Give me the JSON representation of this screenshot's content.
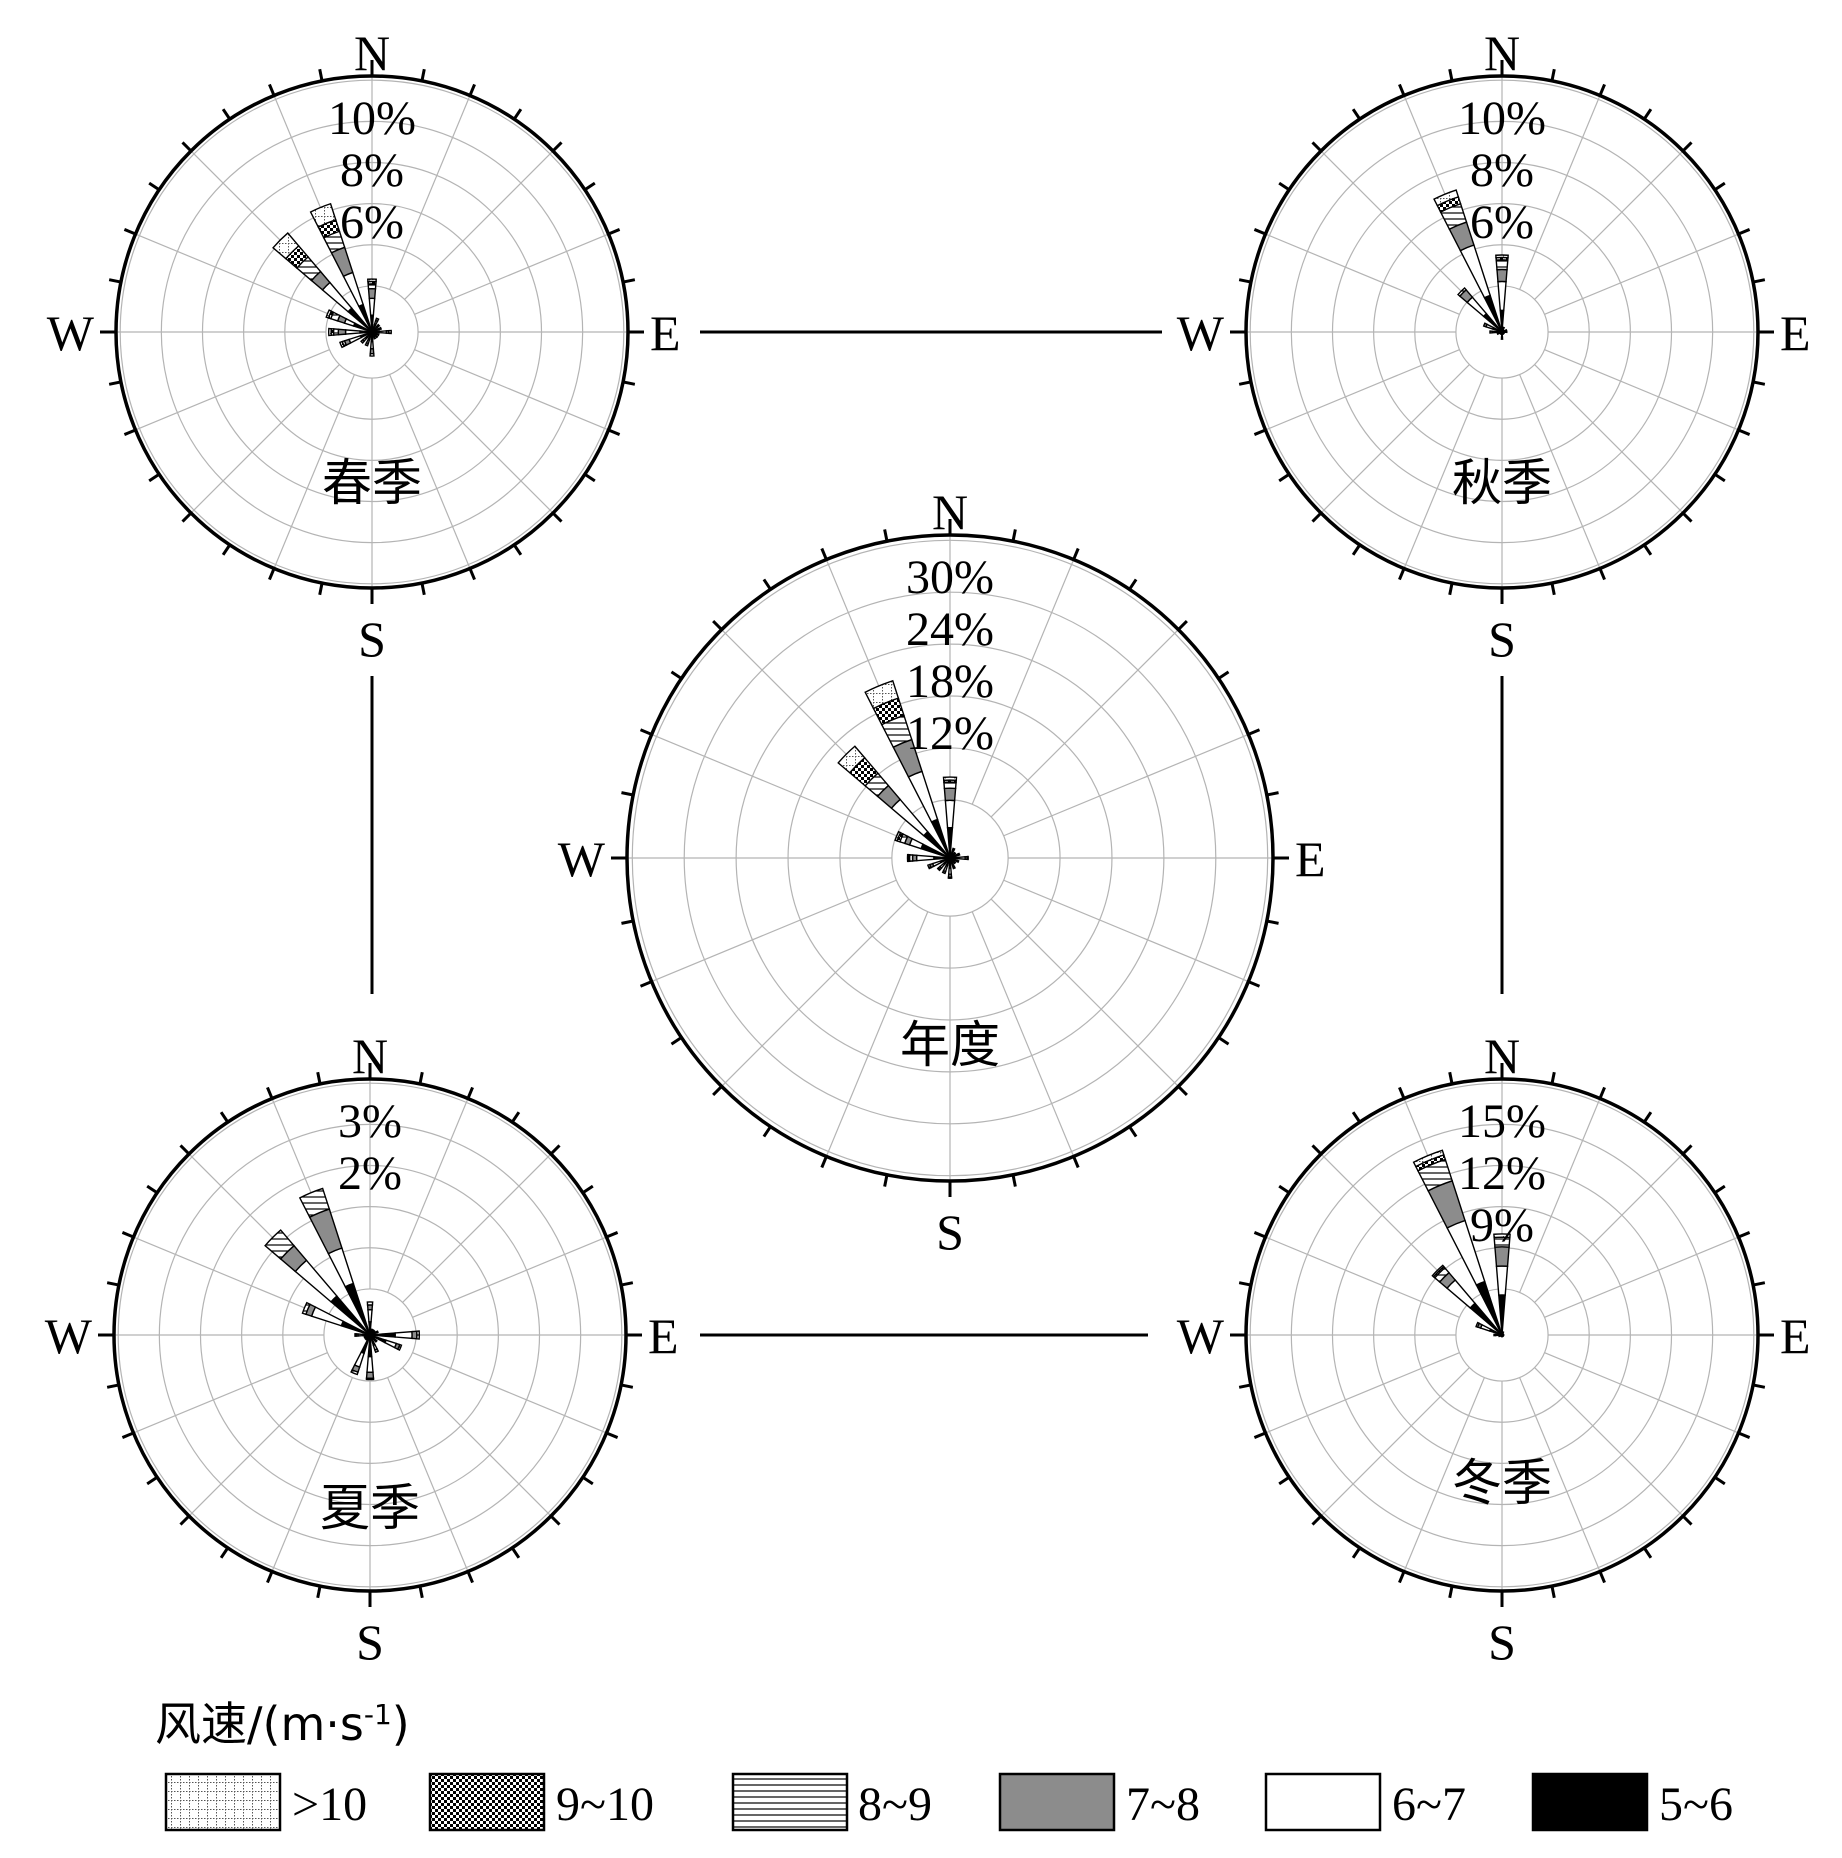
{
  "chart_data": [
    {
      "type": "windrose",
      "label": "春季",
      "directions": [
        "N",
        "NNE",
        "NE",
        "ENE",
        "E",
        "ESE",
        "SE",
        "SSE",
        "S",
        "SSW",
        "SW",
        "WSW",
        "W",
        "WNW",
        "NW",
        "NNW"
      ],
      "compass": {
        "n": "N",
        "e": "E",
        "s": "S",
        "w": "W"
      },
      "rings": [
        "10%",
        "8%",
        "6%"
      ],
      "ring_values": [
        10,
        8,
        6
      ],
      "rmax": 10,
      "speed_bins": [
        ">10",
        "9~10",
        "8~9",
        "7~8",
        "6~7",
        "5~6"
      ],
      "series": [
        {
          "bin": "5~6",
          "values": [
            0.7,
            0.3,
            0.2,
            0.2,
            0.3,
            0.2,
            0.2,
            0.2,
            0.4,
            0.3,
            0.3,
            0.5,
            0.5,
            0.8,
            1.3,
            1.2
          ]
        },
        {
          "bin": "6~7",
          "values": [
            0.7,
            0.2,
            0.1,
            0.1,
            0.3,
            0.1,
            0.1,
            0.1,
            0.3,
            0.2,
            0.2,
            0.5,
            0.6,
            0.4,
            1.4,
            1.4
          ]
        },
        {
          "bin": "7~8",
          "values": [
            0.4,
            0.1,
            0.1,
            0.1,
            0.1,
            0.0,
            0.0,
            0.0,
            0.2,
            0.1,
            0.1,
            0.2,
            0.3,
            0.3,
            0.6,
            1.1
          ]
        },
        {
          "bin": "8~9",
          "values": [
            0.2,
            0.0,
            0.0,
            0.0,
            0.1,
            0.0,
            0.0,
            0.0,
            0.1,
            0.0,
            0.0,
            0.1,
            0.2,
            0.3,
            0.8,
            0.7
          ]
        },
        {
          "bin": "9~10",
          "values": [
            0.1,
            0.0,
            0.0,
            0.0,
            0.0,
            0.0,
            0.0,
            0.0,
            0.0,
            0.0,
            0.0,
            0.1,
            0.1,
            0.1,
            0.6,
            0.5
          ]
        },
        {
          "bin": ">10",
          "values": [
            0.1,
            0.0,
            0.0,
            0.0,
            0.0,
            0.0,
            0.0,
            0.0,
            0.0,
            0.0,
            0.0,
            0.0,
            0.1,
            0.1,
            0.7,
            0.7
          ]
        }
      ]
    },
    {
      "type": "windrose",
      "label": "秋季",
      "directions": [
        "N",
        "NNE",
        "NE",
        "ENE",
        "E",
        "ESE",
        "SE",
        "SSE",
        "S",
        "SSW",
        "SW",
        "WSW",
        "W",
        "WNW",
        "NW",
        "NNW"
      ],
      "compass": {
        "n": "N",
        "e": "E",
        "s": "S",
        "w": "W"
      },
      "rings": [
        "10%",
        "8%",
        "6%"
      ],
      "ring_values": [
        10,
        8,
        6
      ],
      "rmax": 10,
      "speed_bins": [
        ">10",
        "9~10",
        "8~9",
        "7~8",
        "6~7",
        "5~6"
      ],
      "series": [
        {
          "bin": "5~6",
          "values": [
            0.9,
            0.1,
            0.1,
            0.1,
            0.1,
            0.1,
            0.1,
            0.1,
            0.2,
            0.1,
            0.1,
            0.1,
            0.2,
            0.4,
            1.0,
            1.6
          ]
        },
        {
          "bin": "6~7",
          "values": [
            1.2,
            0.1,
            0.0,
            0.1,
            0.1,
            0.0,
            0.0,
            0.0,
            0.1,
            0.0,
            0.0,
            0.1,
            0.2,
            0.3,
            0.9,
            2.2
          ]
        },
        {
          "bin": "7~8",
          "values": [
            0.5,
            0.0,
            0.0,
            0.0,
            0.0,
            0.0,
            0.0,
            0.0,
            0.0,
            0.0,
            0.0,
            0.0,
            0.1,
            0.1,
            0.4,
            1.0
          ]
        },
        {
          "bin": "8~9",
          "values": [
            0.4,
            0.0,
            0.0,
            0.0,
            0.0,
            0.0,
            0.0,
            0.0,
            0.0,
            0.0,
            0.0,
            0.0,
            0.0,
            0.0,
            0.1,
            0.8
          ]
        },
        {
          "bin": "9~10",
          "values": [
            0.1,
            0.0,
            0.0,
            0.0,
            0.0,
            0.0,
            0.0,
            0.0,
            0.0,
            0.0,
            0.0,
            0.0,
            0.0,
            0.0,
            0.0,
            0.3
          ]
        },
        {
          "bin": ">10",
          "values": [
            0.1,
            0.0,
            0.0,
            0.0,
            0.0,
            0.0,
            0.0,
            0.0,
            0.0,
            0.0,
            0.0,
            0.0,
            0.0,
            0.0,
            0.0,
            0.3
          ]
        }
      ]
    },
    {
      "type": "windrose",
      "label": "年度",
      "directions": [
        "N",
        "NNE",
        "NE",
        "ENE",
        "E",
        "ESE",
        "SE",
        "SSE",
        "S",
        "SSW",
        "SW",
        "WSW",
        "W",
        "WNW",
        "NW",
        "NNW"
      ],
      "compass": {
        "n": "N",
        "e": "E",
        "s": "S",
        "w": "W"
      },
      "rings": [
        "30%",
        "24%",
        "18%",
        "12%"
      ],
      "ring_values": [
        30,
        24,
        18,
        12
      ],
      "rmax": 30,
      "speed_bins": [
        ">10",
        "9~10",
        "8~9",
        "7~8",
        "6~7",
        "5~6"
      ],
      "series": [
        {
          "bin": "5~6",
          "values": [
            3.0,
            0.5,
            0.4,
            0.6,
            0.9,
            0.5,
            0.4,
            0.6,
            1.0,
            0.8,
            0.8,
            1.0,
            1.6,
            3.0,
            3.4,
            4.0
          ]
        },
        {
          "bin": "6~7",
          "values": [
            2.7,
            0.4,
            0.2,
            0.3,
            0.6,
            0.3,
            0.2,
            0.4,
            0.6,
            0.6,
            0.5,
            0.8,
            1.7,
            1.2,
            4.2,
            5.0
          ]
        },
        {
          "bin": "7~8",
          "values": [
            1.2,
            0.1,
            0.1,
            0.1,
            0.2,
            0.1,
            0.1,
            0.1,
            0.3,
            0.2,
            0.2,
            0.3,
            0.4,
            0.5,
            1.8,
            3.3
          ]
        },
        {
          "bin": "8~9",
          "values": [
            0.6,
            0.0,
            0.0,
            0.0,
            0.1,
            0.0,
            0.0,
            0.0,
            0.1,
            0.0,
            0.1,
            0.2,
            0.3,
            0.5,
            1.6,
            2.5
          ]
        },
        {
          "bin": "9~10",
          "values": [
            0.2,
            0.0,
            0.0,
            0.0,
            0.0,
            0.0,
            0.0,
            0.0,
            0.0,
            0.0,
            0.0,
            0.0,
            0.1,
            0.3,
            2.0,
            1.8
          ]
        },
        {
          "bin": ">10",
          "values": [
            0.3,
            0.0,
            0.0,
            0.0,
            0.0,
            0.0,
            0.0,
            0.0,
            0.0,
            0.0,
            0.0,
            0.0,
            0.1,
            0.2,
            1.5,
            1.8
          ]
        }
      ]
    },
    {
      "type": "windrose",
      "label": "夏季",
      "directions": [
        "N",
        "NNE",
        "NE",
        "ENE",
        "E",
        "ESE",
        "SE",
        "SSE",
        "S",
        "SSW",
        "SW",
        "WSW",
        "W",
        "WNW",
        "NW",
        "NNW"
      ],
      "compass": {
        "n": "N",
        "e": "E",
        "s": "S",
        "w": "W"
      },
      "rings": [
        "3%",
        "2%"
      ],
      "ring_values": [
        3,
        2
      ],
      "rmax": 4,
      "speed_bins": [
        ">10",
        "9~10",
        "8~9",
        "7~8",
        "6~7",
        "5~6"
      ],
      "series": [
        {
          "bin": "5~6",
          "values": [
            0.22,
            0.06,
            0.06,
            0.08,
            0.42,
            0.28,
            0.09,
            0.18,
            0.36,
            0.32,
            0.06,
            0.06,
            0.12,
            0.5,
            0.85,
            0.9
          ]
        },
        {
          "bin": "6~7",
          "values": [
            0.2,
            0.03,
            0.03,
            0.04,
            0.28,
            0.18,
            0.04,
            0.08,
            0.26,
            0.24,
            0.03,
            0.03,
            0.08,
            0.52,
            0.78,
            0.62
          ]
        },
        {
          "bin": "7~8",
          "values": [
            0.08,
            0.01,
            0.01,
            0.02,
            0.08,
            0.06,
            0.02,
            0.04,
            0.1,
            0.09,
            0.01,
            0.01,
            0.03,
            0.1,
            0.32,
            0.68
          ]
        },
        {
          "bin": "8~9",
          "values": [
            0.05,
            0.0,
            0.0,
            0.0,
            0.04,
            0.03,
            0.0,
            0.0,
            0.02,
            0.04,
            0.0,
            0.0,
            0.02,
            0.06,
            0.34,
            0.36
          ]
        },
        {
          "bin": "9~10",
          "values": [
            0.0,
            0.0,
            0.0,
            0.0,
            0.0,
            0.0,
            0.0,
            0.0,
            0.0,
            0.0,
            0.0,
            0.0,
            0.0,
            0.0,
            0.0,
            0.0
          ]
        },
        {
          "bin": ">10",
          "values": [
            0.0,
            0.0,
            0.0,
            0.0,
            0.0,
            0.0,
            0.0,
            0.0,
            0.0,
            0.0,
            0.0,
            0.0,
            0.0,
            0.0,
            0.0,
            0.0
          ]
        }
      ]
    },
    {
      "type": "windrose",
      "label": "冬季",
      "directions": [
        "N",
        "NNE",
        "NE",
        "ENE",
        "E",
        "ESE",
        "SE",
        "SSE",
        "S",
        "SSW",
        "SW",
        "WSW",
        "W",
        "WNW",
        "NW",
        "NNW"
      ],
      "compass": {
        "n": "N",
        "e": "E",
        "s": "S",
        "w": "W"
      },
      "rings": [
        "15%",
        "12%",
        "9%"
      ],
      "ring_values": [
        15,
        12,
        9
      ],
      "rmax": 15,
      "speed_bins": [
        ">10",
        "9~10",
        "8~9",
        "7~8",
        "6~7",
        "5~6"
      ],
      "series": [
        {
          "bin": "5~6",
          "values": [
            2.5,
            0.1,
            0.1,
            0.1,
            0.1,
            0.1,
            0.1,
            0.1,
            0.1,
            0.1,
            0.1,
            0.1,
            0.2,
            0.8,
            2.6,
            3.5
          ]
        },
        {
          "bin": "6~7",
          "values": [
            1.8,
            0.1,
            0.0,
            0.0,
            0.0,
            0.0,
            0.0,
            0.0,
            0.0,
            0.0,
            0.0,
            0.1,
            0.2,
            0.6,
            1.9,
            4.0
          ]
        },
        {
          "bin": "7~8",
          "values": [
            1.2,
            0.0,
            0.0,
            0.0,
            0.0,
            0.0,
            0.0,
            0.0,
            0.0,
            0.0,
            0.0,
            0.0,
            0.1,
            0.2,
            0.6,
            2.6
          ]
        },
        {
          "bin": "8~9",
          "values": [
            0.6,
            0.0,
            0.0,
            0.0,
            0.0,
            0.0,
            0.0,
            0.0,
            0.0,
            0.0,
            0.0,
            0.0,
            0.0,
            0.1,
            0.4,
            1.4
          ]
        },
        {
          "bin": "9~10",
          "values": [
            0.0,
            0.0,
            0.0,
            0.0,
            0.0,
            0.0,
            0.0,
            0.0,
            0.0,
            0.0,
            0.0,
            0.0,
            0.0,
            0.0,
            0.1,
            0.3
          ]
        },
        {
          "bin": ">10",
          "values": [
            0.2,
            0.0,
            0.0,
            0.0,
            0.0,
            0.0,
            0.0,
            0.0,
            0.0,
            0.0,
            0.0,
            0.0,
            0.0,
            0.0,
            0.1,
            0.3
          ]
        }
      ]
    }
  ],
  "legend": {
    "title_prefix": "风速/(m·s",
    "title_sup": "-1",
    "title_suffix": ")",
    "items": [
      {
        "bin": ">10",
        "label": ">10"
      },
      {
        "bin": "9~10",
        "label": "9~10"
      },
      {
        "bin": "8~9",
        "label": "8~9"
      },
      {
        "bin": "7~8",
        "label": "7~8"
      },
      {
        "bin": "6~7",
        "label": "6~7"
      },
      {
        "bin": "5~6",
        "label": "5~6"
      }
    ]
  },
  "colors": {
    "axis": "#000000",
    "grid": "#b4b4b4",
    "bin_7_8": "#8c8c8c",
    "bin_5_6": "#000000"
  }
}
